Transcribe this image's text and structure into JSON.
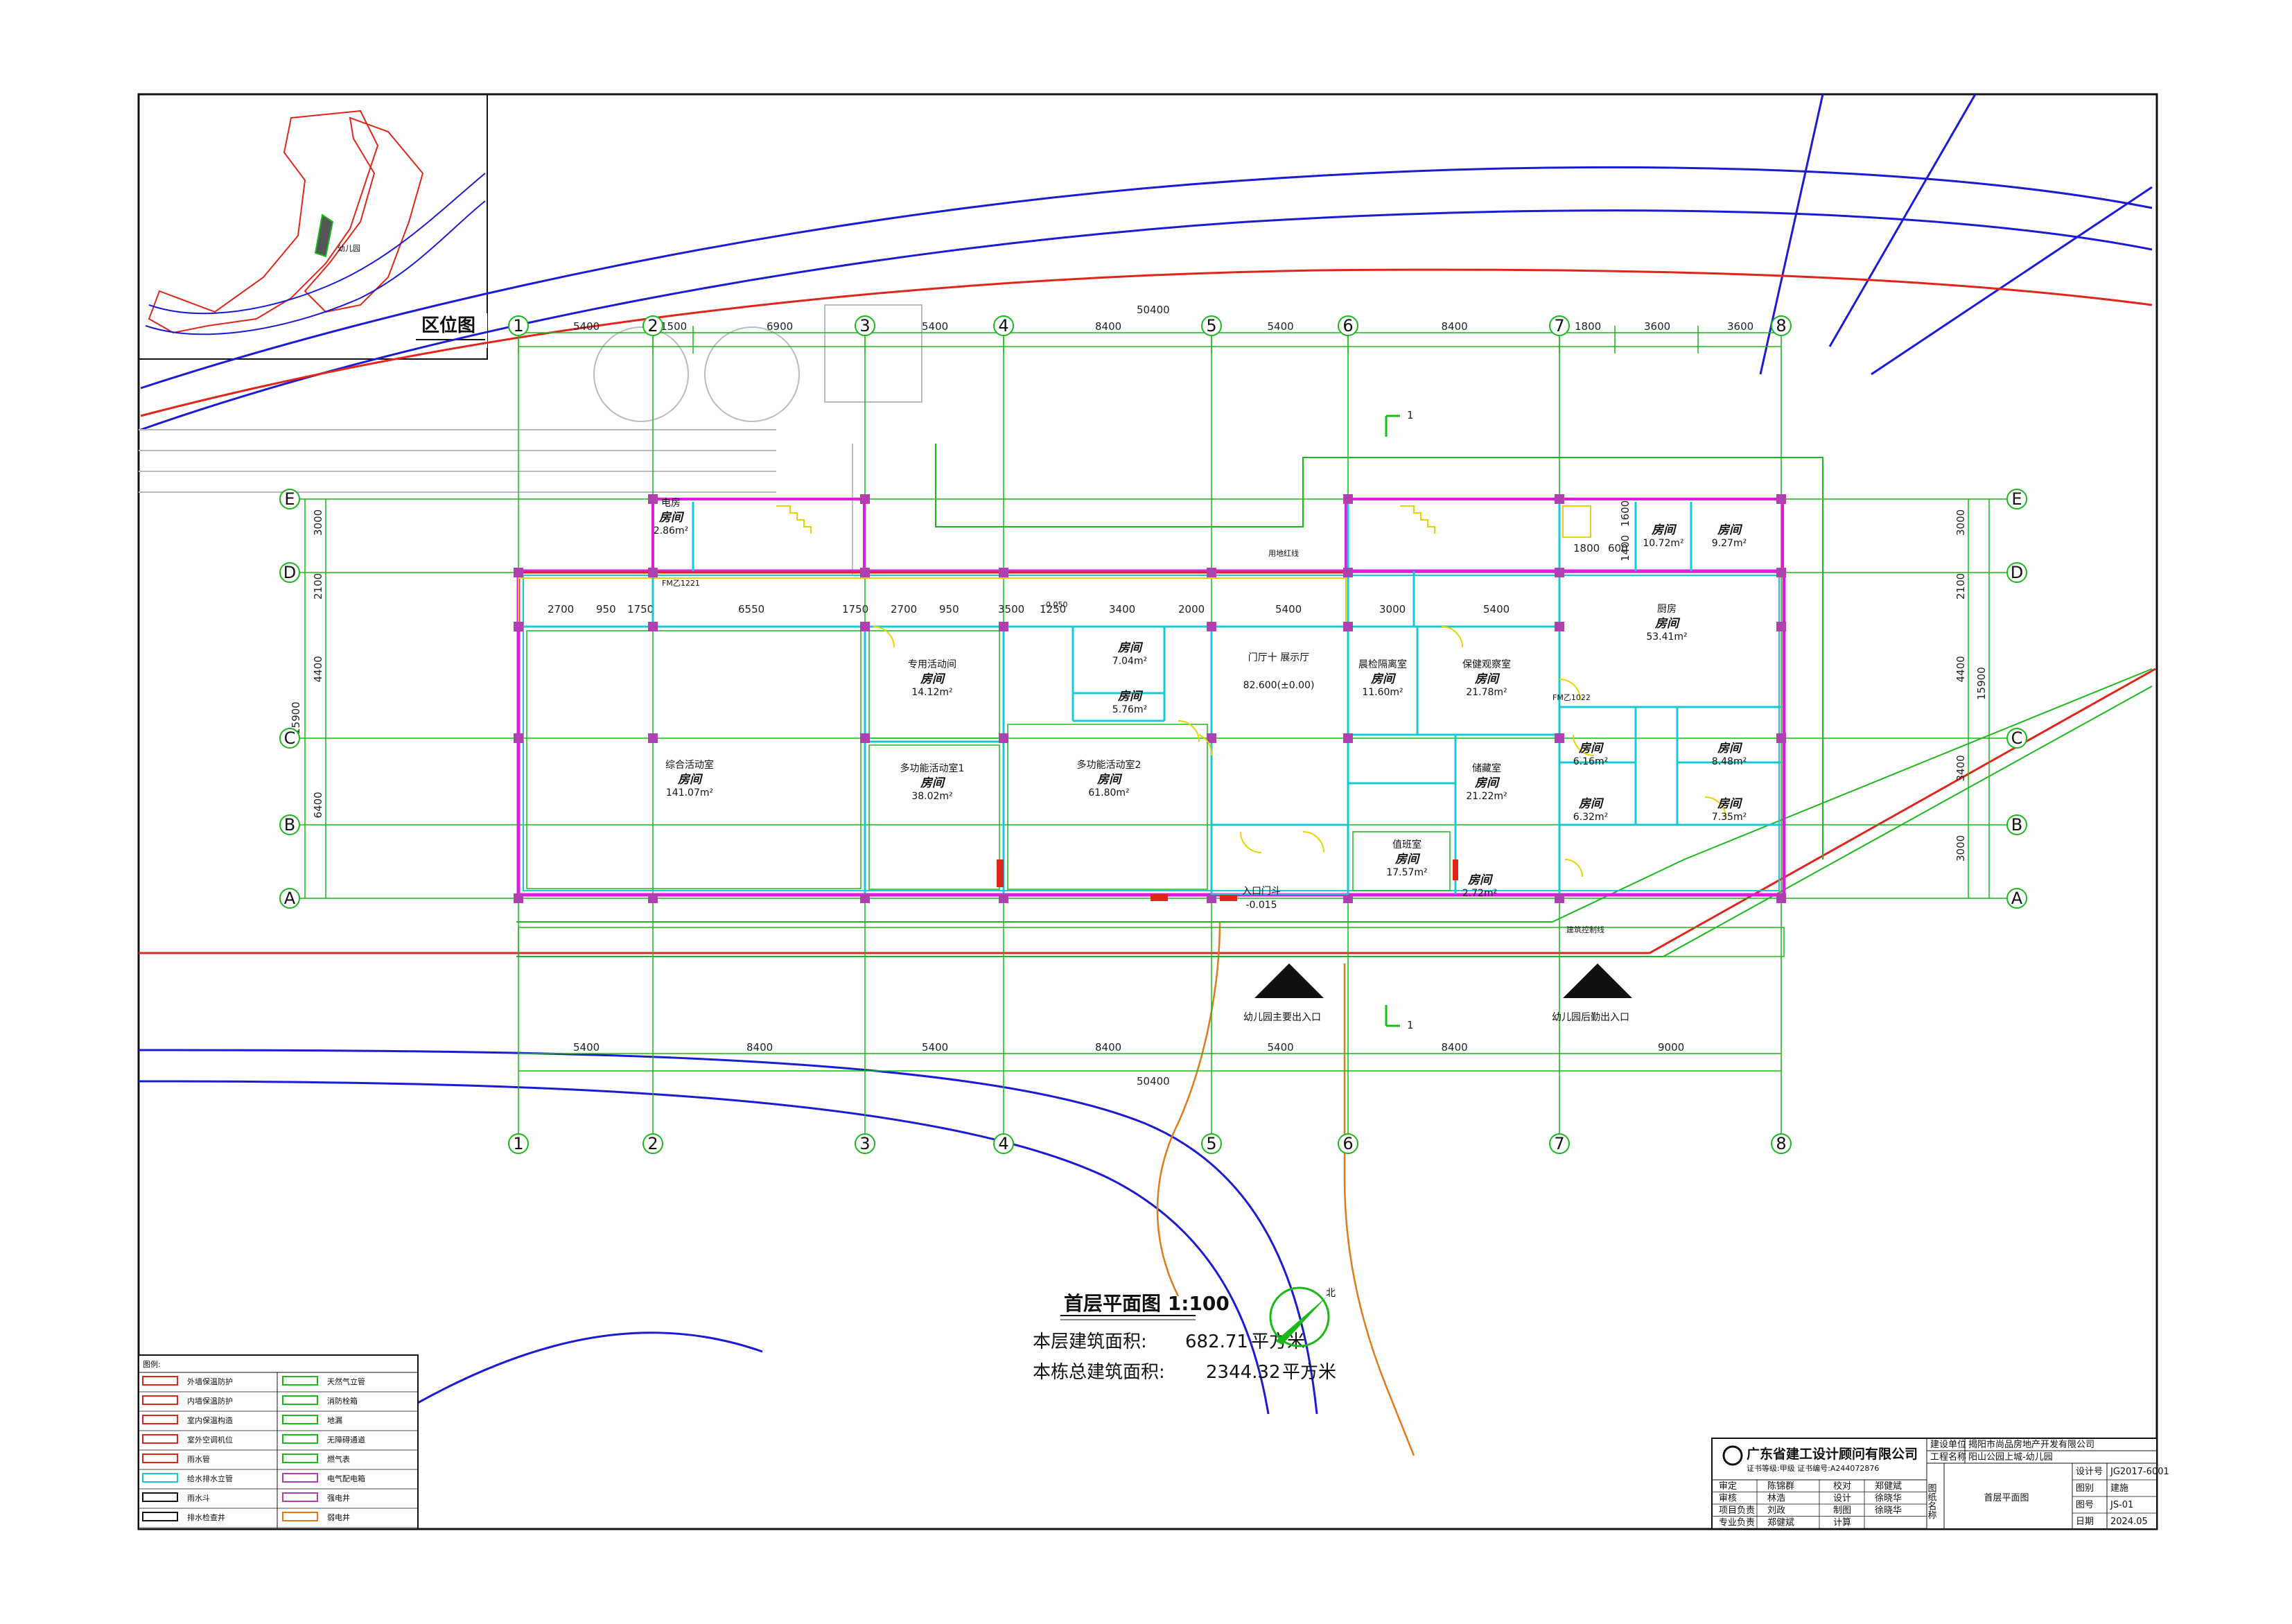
{
  "location_map": {
    "title": "区位图",
    "site_label": "幼儿园"
  },
  "grid": {
    "columns": [
      "1",
      "2",
      "3",
      "4",
      "5",
      "6",
      "7",
      "8"
    ],
    "rows": [
      "E",
      "D",
      "C",
      "B",
      "A"
    ],
    "top_spacings": [
      "5400",
      "1500",
      "6900",
      "5400",
      "8400",
      "5400",
      "8400",
      "1800",
      "3600",
      "3600"
    ],
    "total": "50400",
    "bottom_spacings": [
      "5400",
      "8400",
      "5400",
      "8400",
      "5400",
      "8400",
      "9000"
    ],
    "left_spacings": [
      "3000",
      "2100",
      "4400",
      "6400"
    ],
    "left_total": "15900",
    "right_spacings": [
      "3000",
      "2100",
      "4400",
      "3400",
      "3000"
    ],
    "right_total": "15900",
    "inner_dims": [
      "2700",
      "950",
      "1750",
      "6550",
      "1750",
      "2700",
      "950",
      "3500",
      "1250",
      "3400",
      "2000",
      "5400",
      "3000",
      "5400",
      "1800",
      "600",
      "1600",
      "1400"
    ]
  },
  "rooms": [
    {
      "name": "电房",
      "label": "房间",
      "area": "2.86m²"
    },
    {
      "name": "综合活动室",
      "label": "房间",
      "area": "141.07m²"
    },
    {
      "name": "专用活动间",
      "label": "房间",
      "area": "14.12m²"
    },
    {
      "name": "多功能活动室1",
      "label": "房间",
      "area": "38.02m²"
    },
    {
      "name": "多功能活动室2",
      "label": "房间",
      "area": "61.80m²"
    },
    {
      "name": "",
      "label": "房间",
      "area": "7.04m²"
    },
    {
      "name": "",
      "label": "房间",
      "area": "5.76m²"
    },
    {
      "name": "门厅十 展示厅",
      "label": "",
      "area": "82.600(±0.00)"
    },
    {
      "name": "晨检隔离室",
      "label": "房间",
      "area": "11.60m²"
    },
    {
      "name": "保健观察室",
      "label": "房间",
      "area": "21.78m²"
    },
    {
      "name": "厨房",
      "label": "房间",
      "area": "53.41m²"
    },
    {
      "name": "",
      "label": "房间",
      "area": "10.72m²"
    },
    {
      "name": "",
      "label": "房间",
      "area": "9.27m²"
    },
    {
      "name": "",
      "label": "房间",
      "area": "6.16m²"
    },
    {
      "name": "",
      "label": "房间",
      "area": "8.48m²"
    },
    {
      "name": "",
      "label": "房间",
      "area": "6.32m²"
    },
    {
      "name": "",
      "label": "房间",
      "area": "7.35m²"
    },
    {
      "name": "储藏室",
      "label": "房间",
      "area": "21.22m²"
    },
    {
      "name": "值班室",
      "label": "房间",
      "area": "17.57m²"
    },
    {
      "name": "",
      "label": "房间",
      "area": "2.72m²"
    }
  ],
  "notes": {
    "entrance": "入口门斗",
    "elev_entrance": "-0.015",
    "elev_corridor": "-0.050",
    "main_entrance": "幼儿园主要出入口",
    "secondary_entrance": "幼儿园后勤出入口",
    "section_mark": "1",
    "fire_door_1": "FM乙1221",
    "fire_door_2": "FM乙1022",
    "redline_label": "用地红线",
    "building_line": "建筑控制线"
  },
  "title_block_drawing": {
    "title": "首层平面图 1:100",
    "floor_area_label": "本层建筑面积:",
    "floor_area": "682.71",
    "total_area_label": "本栋总建筑面积:",
    "total_area": "2344.32",
    "unit": "平方米",
    "north": "北"
  },
  "legend": {
    "header": "图例:",
    "items": [
      "外墙保温防护",
      "内墙保温防护",
      "室内保温构造",
      "室外空调机位",
      "雨水管",
      "给水排水立管",
      "雨水斗",
      "排水检查井",
      "天然气立管",
      "消防栓箱",
      "地漏",
      "无障碍通道",
      "燃气表",
      "电气配电箱",
      "强电井",
      "弱电井"
    ]
  },
  "title_block": {
    "company": "广东省建工设计顾问有限公司",
    "cert": "证书等级:甲级  证书编号:A244072876",
    "client_label": "建设单位",
    "client": "揭阳市尚品房地产开发有限公司",
    "project_label": "工程名称",
    "project": "阳山公园上城-幼儿园",
    "roles": [
      "审定",
      "审核",
      "项目负责",
      "专业负责"
    ],
    "names": [
      "陈锦群",
      "林浩",
      "刘政",
      "郑健斌"
    ],
    "roles2": [
      "校对",
      "设计",
      "制图",
      "计算"
    ],
    "names2": [
      "郑健斌",
      "徐晓华",
      "徐晓华",
      ""
    ],
    "drawing_label": "图纸名称",
    "drawing_name": "首层平面图",
    "meta_labels": [
      "设计号",
      "图别",
      "图号",
      "日期"
    ],
    "meta_values": [
      "JG2017-6001",
      "建施",
      "JS-01",
      "2024.05"
    ]
  },
  "colors": {
    "wall": "#e01be0",
    "red": "#e0261b",
    "blue": "#1b1bd6",
    "green": "#1bb81b",
    "cyan": "#19c8d6",
    "yellow": "#e8d300",
    "orange": "#e07a1b"
  }
}
